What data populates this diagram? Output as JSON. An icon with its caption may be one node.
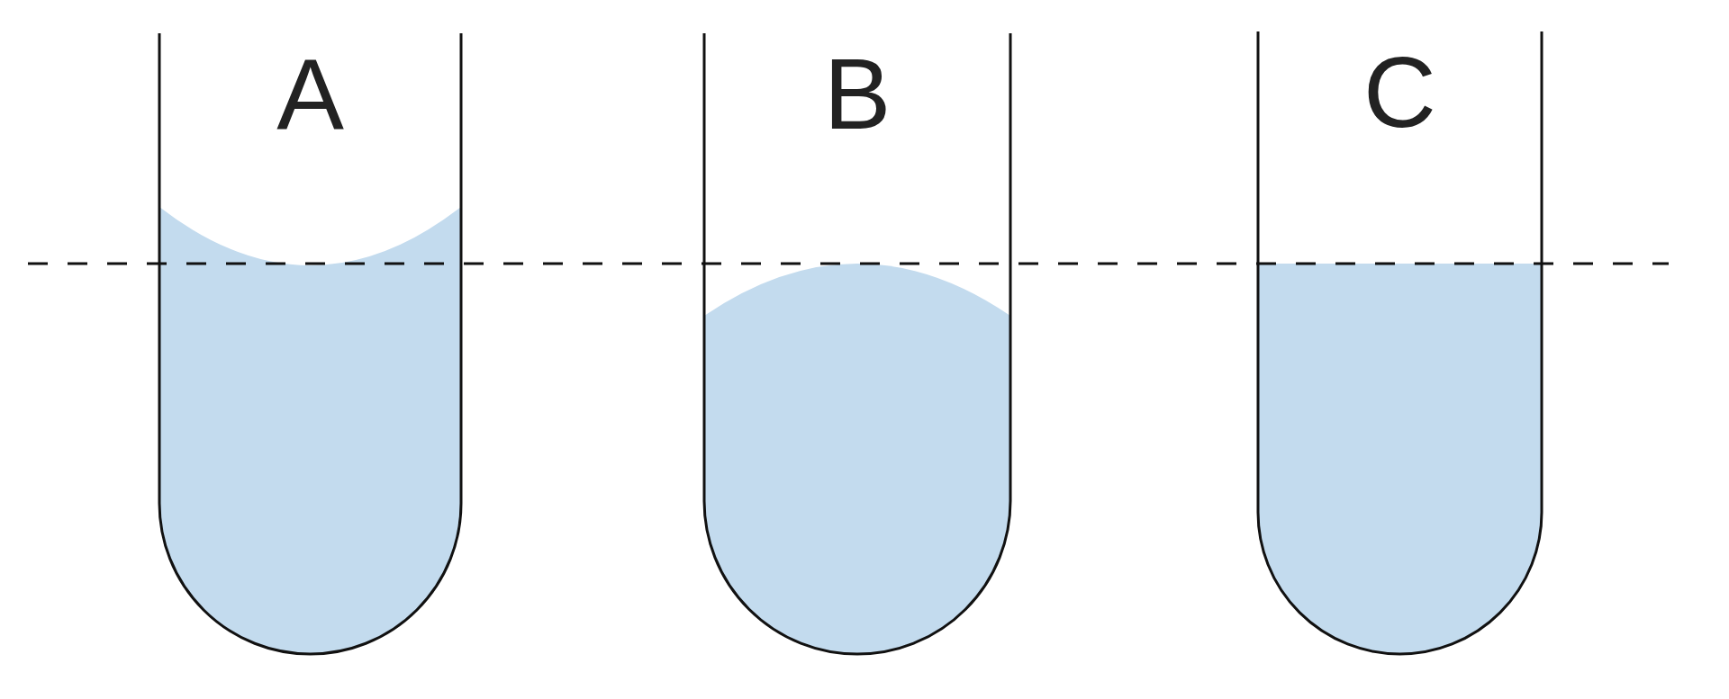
{
  "diagram": {
    "nodes": [
      {
        "text": [
          "A"
        ]
      },
      {
        "text": [
          "B"
        ]
      },
      {
        "text": [
          "C"
        ]
      }
    ]
  }
}
